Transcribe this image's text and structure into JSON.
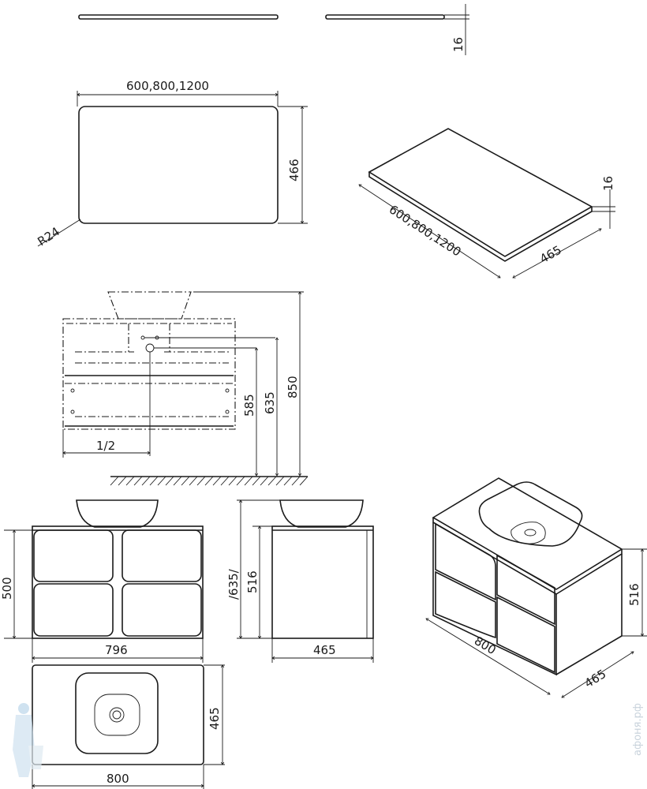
{
  "dimensions": {
    "top_edge_thickness": "16",
    "top_plan_width": "600,800,1200",
    "top_plan_depth": "466",
    "top_corner_radius": "R24",
    "iso_top_thickness": "16",
    "iso_top_width": "600,800,1200",
    "iso_top_depth": "465",
    "total_height": "850",
    "water_inlet_height": "635",
    "drain_height": "585",
    "drain_offset": "1/2",
    "cabinet_height": "500",
    "cabinet_width": "796",
    "side_height_label": "/635/",
    "side_height": "516",
    "side_depth": "465",
    "plan_width": "800",
    "plan_depth": "465",
    "iso_width": "800",
    "iso_depth": "465",
    "iso_height": "516"
  },
  "watermark": "афоня.рф"
}
